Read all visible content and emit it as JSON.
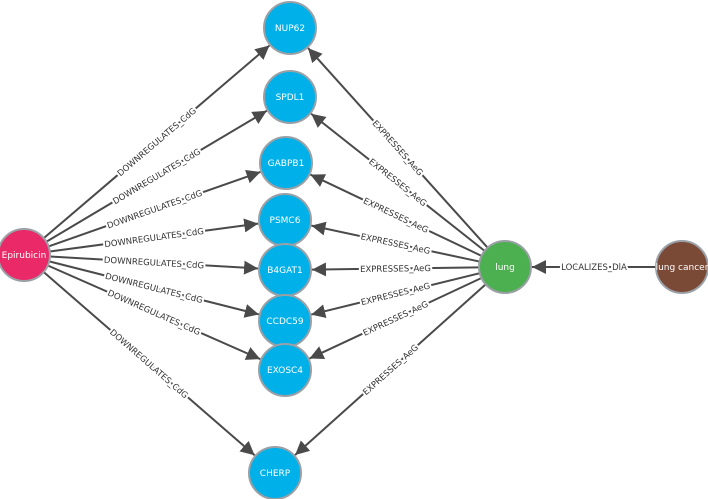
{
  "colors": {
    "background": "#ffffff",
    "edge": "#4a4a4a",
    "node_stroke": "#9aa0a6",
    "drug": "#ea2a68",
    "gene": "#00b0e8",
    "anatomy": "#4caf50",
    "disease": "#7a4a36",
    "node_text": "#ffffff"
  },
  "nodes": [
    {
      "id": "epirubicin",
      "label": "Epirubicin",
      "kind": "drug"
    },
    {
      "id": "nup62",
      "label": "NUP62",
      "kind": "gene"
    },
    {
      "id": "spdl1",
      "label": "SPDL1",
      "kind": "gene"
    },
    {
      "id": "gabpb1",
      "label": "GABPB1",
      "kind": "gene"
    },
    {
      "id": "psmc6",
      "label": "PSMC6",
      "kind": "gene"
    },
    {
      "id": "b4gat1",
      "label": "B4GAT1",
      "kind": "gene"
    },
    {
      "id": "ccdc59",
      "label": "CCDC59",
      "kind": "gene"
    },
    {
      "id": "exosc4",
      "label": "EXOSC4",
      "kind": "gene"
    },
    {
      "id": "cherp",
      "label": "CHERP",
      "kind": "gene"
    },
    {
      "id": "lung",
      "label": "lung",
      "kind": "anatomy"
    },
    {
      "id": "lung-cancer",
      "label": "lung cancer",
      "kind": "disease"
    }
  ],
  "edges": [
    {
      "from": "epirubicin",
      "to": "nup62",
      "label": "DOWNREGULATES_CdG"
    },
    {
      "from": "epirubicin",
      "to": "spdl1",
      "label": "DOWNREGULATES_CdG"
    },
    {
      "from": "epirubicin",
      "to": "gabpb1",
      "label": "DOWNREGULATES_CdG"
    },
    {
      "from": "epirubicin",
      "to": "psmc6",
      "label": "DOWNREGULATES_CdG"
    },
    {
      "from": "epirubicin",
      "to": "b4gat1",
      "label": "DOWNREGULATES_CdG"
    },
    {
      "from": "epirubicin",
      "to": "ccdc59",
      "label": "DOWNREGULATES_CdG"
    },
    {
      "from": "epirubicin",
      "to": "exosc4",
      "label": "DOWNREGULATES_CdG"
    },
    {
      "from": "epirubicin",
      "to": "cherp",
      "label": "DOWNREGULATES_CdG"
    },
    {
      "from": "lung",
      "to": "nup62",
      "label": "EXPRESSES_AeG"
    },
    {
      "from": "lung",
      "to": "spdl1",
      "label": "EXPRESSES_AeG"
    },
    {
      "from": "lung",
      "to": "gabpb1",
      "label": "EXPRESSES_AeG"
    },
    {
      "from": "lung",
      "to": "psmc6",
      "label": "EXPRESSES_AeG"
    },
    {
      "from": "lung",
      "to": "b4gat1",
      "label": "EXPRESSES_AeG"
    },
    {
      "from": "lung",
      "to": "ccdc59",
      "label": "EXPRESSES_AeG"
    },
    {
      "from": "lung",
      "to": "exosc4",
      "label": "EXPRESSES_AeG"
    },
    {
      "from": "lung",
      "to": "cherp",
      "label": "EXPRESSES_AeG"
    },
    {
      "from": "lung-cancer",
      "to": "lung",
      "label": "LOCALIZES_DlA"
    }
  ]
}
